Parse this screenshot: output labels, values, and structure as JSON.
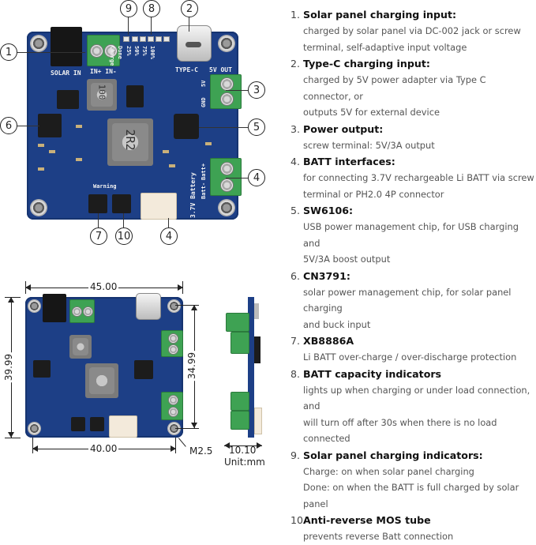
{
  "callouts": {
    "c1": "1",
    "c2": "2",
    "c3": "3",
    "c4a": "4",
    "c4b": "4",
    "c5": "5",
    "c6": "6",
    "c7": "7",
    "c8": "8",
    "c9": "9",
    "c10": "10"
  },
  "board_labels": {
    "solar_in": "SOLAR IN",
    "in_plus_minus": "IN+  IN-",
    "charge": "Charge",
    "done": "Done",
    "p25": "25%",
    "p50": "50%",
    "p75": "75%",
    "p100": "100%",
    "type_c": "TYPE-C",
    "five_v_out": "5V OUT",
    "five_v": "5V",
    "gnd": "GND",
    "batt_plus": "Batt+",
    "batt_minus": "Batt-",
    "warning": "Warning",
    "battery": "3.7V Battery",
    "inductor_1": "100",
    "inductor_2": "2R2"
  },
  "dimensions": {
    "width_top": "45.00",
    "height_left": "39.99",
    "height_inner": "34.99",
    "width_bottom": "40.00",
    "hole": "M2.5",
    "thickness": "10.10",
    "unit": "Unit:mm"
  },
  "features": [
    {
      "num": "1.",
      "title": "Solar panel charging input:",
      "lines": [
        "charged by solar panel via DC-002 jack or screw",
        "terminal, self-adaptive input voltage"
      ]
    },
    {
      "num": "2.",
      "title": "Type-C charging input:",
      "lines": [
        "charged by 5V power adapter via Type C connector, or",
        "outputs 5V for external device"
      ]
    },
    {
      "num": "3.",
      "title": "Power output:",
      "lines": [
        "screw terminal: 5V/3A output"
      ]
    },
    {
      "num": "4.",
      "title": "BATT interfaces:",
      "lines": [
        "for connecting 3.7V rechargeable Li BATT via screw",
        "terminal or PH2.0 4P connector"
      ]
    },
    {
      "num": "5.",
      "title": "SW6106:",
      "lines": [
        "USB power management chip, for USB charging and",
        "5V/3A boost output"
      ]
    },
    {
      "num": "6.",
      "title": "CN3791:",
      "lines": [
        "solar power management chip, for solar panel charging",
        "and buck input"
      ]
    },
    {
      "num": "7.",
      "title": "XB8886A",
      "lines": [
        "Li BATT over-charge / over-discharge protection"
      ]
    },
    {
      "num": "8.",
      "title": "BATT capacity indicators",
      "lines": [
        "lights up when charging or under load connection, and",
        "will turn off after 30s when there is no load connected"
      ]
    },
    {
      "num": "9.",
      "title": "Solar panel charging indicators:",
      "lines": [
        "Charge: on when solar panel charging",
        "Done: on when the BATT is full charged by solar panel"
      ]
    },
    {
      "num": "10.",
      "title": "Anti-reverse MOS tube",
      "lines": [
        "prevents reverse Batt connection"
      ]
    }
  ]
}
